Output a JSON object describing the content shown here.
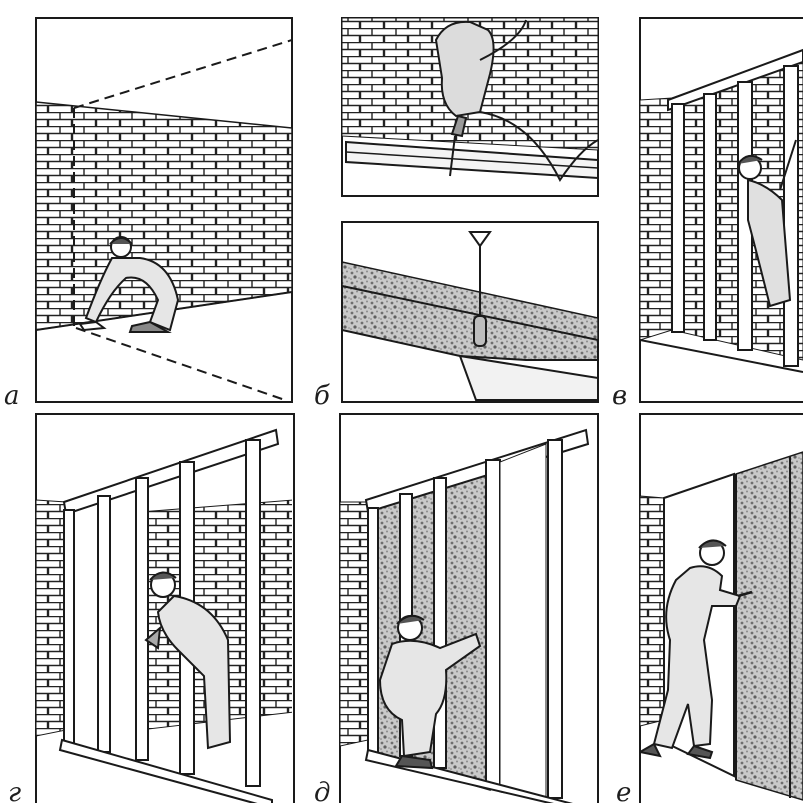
{
  "figure": {
    "panels": [
      {
        "id": "a",
        "label": "а"
      },
      {
        "id": "b",
        "label": "б"
      },
      {
        "id": "v",
        "label": "в"
      },
      {
        "id": "g",
        "label": "г"
      },
      {
        "id": "d",
        "label": "д"
      },
      {
        "id": "e",
        "label": "е"
      }
    ]
  }
}
